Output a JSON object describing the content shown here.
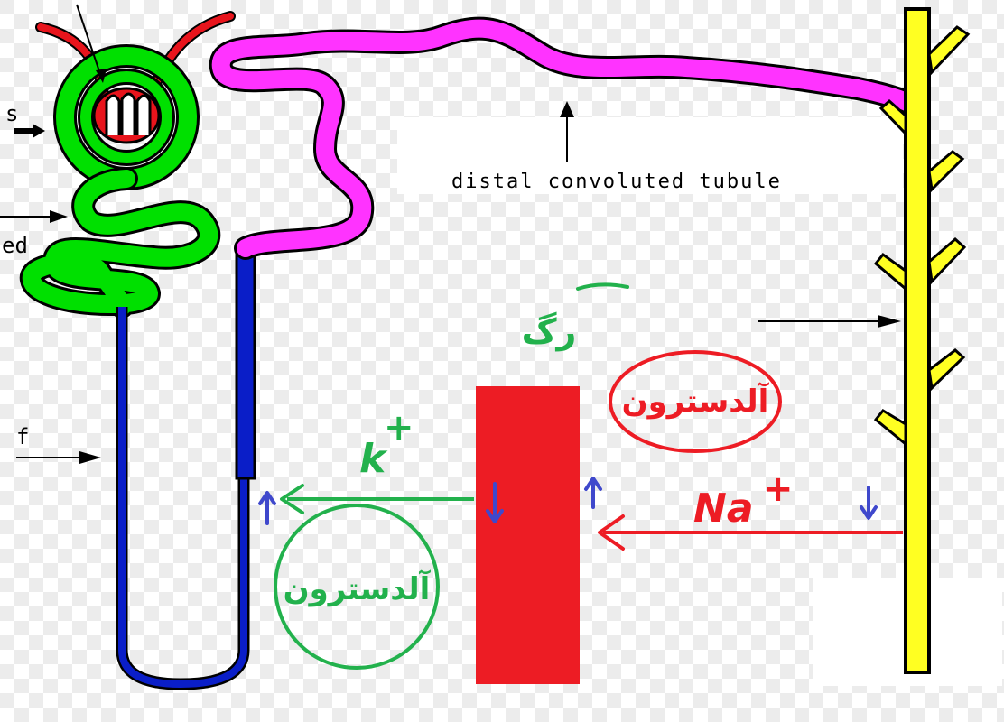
{
  "labels": {
    "distal": "distal convoluted tubule",
    "edge_s": "s",
    "edge_ed": "ed",
    "edge_f": "f"
  },
  "ions": {
    "potassium": "k",
    "potassium_sign": "+",
    "sodium": "Na",
    "sodium_sign": "+"
  },
  "handwritten": {
    "top_green": "رگ",
    "red_oval": "آلدسترون",
    "green_circle": "آلدسترون"
  },
  "colors": {
    "glomerulus": "#e8141c",
    "bowman": "#00e000",
    "loop": "#0a1ec8",
    "distal": "#ff33ff",
    "collecting_duct": "#ffff22",
    "block": "#ed1c24",
    "green_ink": "#22b14c",
    "red_ink": "#ed1c24",
    "blue_ink": "#3f48cc"
  }
}
